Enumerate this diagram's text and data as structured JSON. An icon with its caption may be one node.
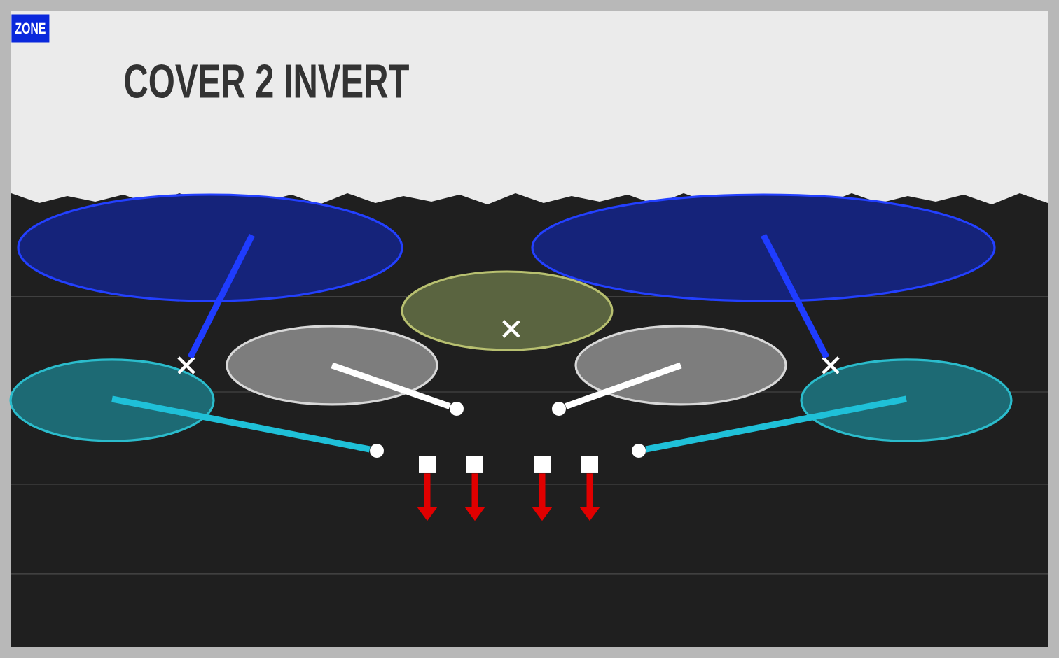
{
  "diagram": {
    "title": "COVER 2 INVERT",
    "nodes": [
      {
        "text": [],
        "shape": "ellipse"
      },
      {
        "text": [],
        "shape": "ellipse"
      },
      {
        "text": [],
        "shape": "ellipse"
      },
      {
        "text": [],
        "shape": "ellipse"
      },
      {
        "text": [],
        "shape": "ellipse"
      },
      {
        "text": [],
        "shape": "ellipse"
      },
      {
        "text": [],
        "shape": "ellipse"
      },
      {
        "text": [],
        "shape": "cross"
      },
      {
        "text": [],
        "shape": "cross",
        "in": 2
      },
      {
        "text": [],
        "shape": "cross"
      },
      {
        "text": [],
        "shape": "circle"
      },
      {
        "text": [],
        "shape": "circle"
      },
      {
        "text": [],
        "shape": "circle"
      },
      {
        "text": [],
        "shape": "circle"
      },
      {
        "text": [],
        "shape": "box"
      },
      {
        "text": [],
        "shape": "box"
      },
      {
        "text": [],
        "shape": "box"
      },
      {
        "text": [],
        "shape": "box"
      }
    ],
    "edges": [
      {
        "from": 7,
        "to": 0,
        "arrow": "none",
        "color": "#1f3cff"
      },
      {
        "from": 9,
        "to": 1,
        "arrow": "none",
        "color": "#1f3cff"
      },
      {
        "from": 10,
        "to": 3,
        "arrow": "none",
        "color": "#ffffff"
      },
      {
        "from": 11,
        "to": 4,
        "arrow": "none",
        "color": "#ffffff"
      },
      {
        "from": 12,
        "to": 5,
        "arrow": "none",
        "color": "#1fc0d8"
      },
      {
        "from": 13,
        "to": 6,
        "arrow": "none",
        "color": "#1fc0d8"
      },
      {
        "from": 14,
        "to": null,
        "arrow": "to",
        "color": "#e00000"
      },
      {
        "from": 15,
        "to": null,
        "arrow": "to",
        "color": "#e00000"
      },
      {
        "from": 16,
        "to": null,
        "arrow": "to",
        "color": "#e00000"
      },
      {
        "from": 17,
        "to": null,
        "arrow": "to",
        "color": "#e00000"
      }
    ],
    "labels": [
      "ZONE"
    ]
  }
}
